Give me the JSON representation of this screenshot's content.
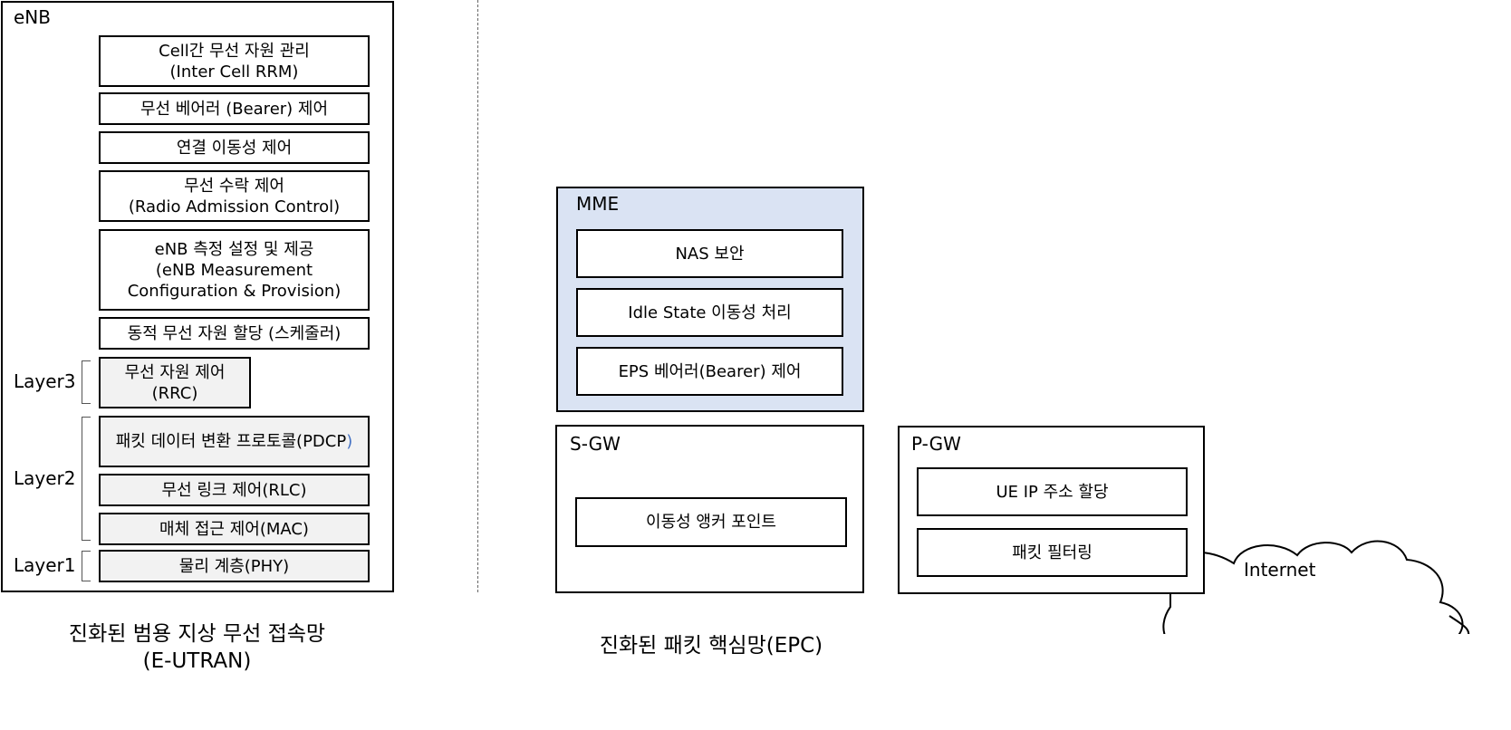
{
  "enb": {
    "title": "eNB",
    "functions": [
      {
        "label": "Cell간 무선 자원 관리\n(Inter Cell RRM)"
      },
      {
        "label": "무선 베어러 (Bearer) 제어"
      },
      {
        "label": "연결 이동성 제어"
      },
      {
        "label": "무선 수락 제어\n(Radio Admission Control)"
      },
      {
        "label": "eNB 측정 설정 및 제공\n(eNB Measurement\nConfiguration & Provision)"
      },
      {
        "label": "동적 무선 자원 할당 (스케줄러)"
      }
    ],
    "layers": [
      {
        "name": "Layer3",
        "items": [
          {
            "label": "무선 자원 제어\n(RRC)"
          }
        ]
      },
      {
        "name": "Layer2",
        "items": [
          {
            "label": "패킷 데이터 변환 프로토콜(PDCP",
            "suffix": ")"
          },
          {
            "label": "무선 링크 제어(RLC)"
          },
          {
            "label": "매체 접근 제어(MAC)"
          }
        ]
      },
      {
        "name": "Layer1",
        "items": [
          {
            "label": "물리 계층(PHY)"
          }
        ]
      }
    ]
  },
  "epc": {
    "mme": {
      "title": "MME",
      "functions": [
        {
          "label": "NAS 보안"
        },
        {
          "label": "Idle State 이동성 처리"
        },
        {
          "label": "EPS 베어러(Bearer) 제어"
        }
      ],
      "fill_color": "#dae3f3"
    },
    "sgw": {
      "title": "S-GW",
      "functions": [
        {
          "label": "이동성 앵커 포인트"
        }
      ]
    },
    "pgw": {
      "title": "P-GW",
      "functions": [
        {
          "label": "UE IP 주소 할당"
        },
        {
          "label": "패킷 필터링"
        }
      ]
    },
    "internet": {
      "label": "Internet",
      "icon": "cloud-icon"
    }
  },
  "captions": {
    "eutran": "진화된 범용 지상 무선 접속망\n(E-UTRAN)",
    "epc": "진화된 패킷 핵심망(EPC)"
  }
}
